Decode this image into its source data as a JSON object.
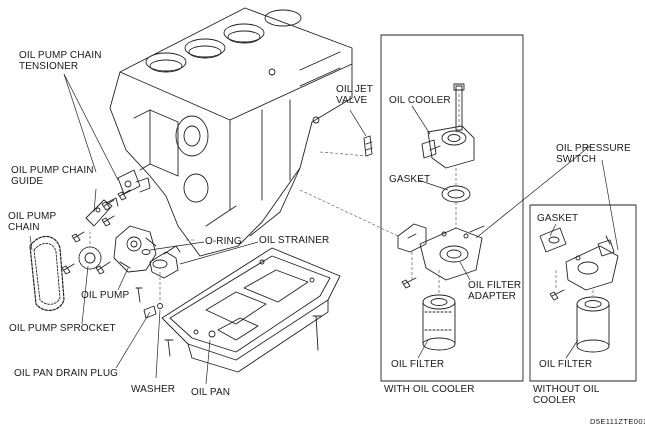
{
  "labels": {
    "oil_pump_chain_tensioner": "OIL PUMP CHAIN\nTENSIONER",
    "oil_jet_valve": "OIL JET\nVALVE",
    "oil_cooler": "OIL COOLER",
    "oil_pressure_switch": "OIL PRESSURE\nSWITCH",
    "oil_pump_chain_guide": "OIL PUMP CHAIN\nGUIDE",
    "gasket_cooler": "GASKET",
    "oil_pump_chain": "OIL PUMP\nCHAIN",
    "gasket_no_cooler": "GASKET",
    "o_ring": "O-RING",
    "oil_strainer": "OIL STRAINER",
    "oil_pump": "OIL PUMP",
    "oil_filter_adapter": "OIL FILTER\nADAPTER",
    "oil_pump_sprocket": "OIL PUMP SPROCKET",
    "oil_filter_cooler": "OIL FILTER",
    "oil_filter_no_cooler": "OIL FILTER",
    "oil_pan_drain_plug": "OIL PAN DRAIN PLUG",
    "washer": "WASHER",
    "oil_pan": "OIL PAN",
    "with_oil_cooler": "WITH OIL COOLER",
    "without_oil_cooler": "WITHOUT OIL\nCOOLER"
  },
  "figure_code": "D5E111ZTE001"
}
